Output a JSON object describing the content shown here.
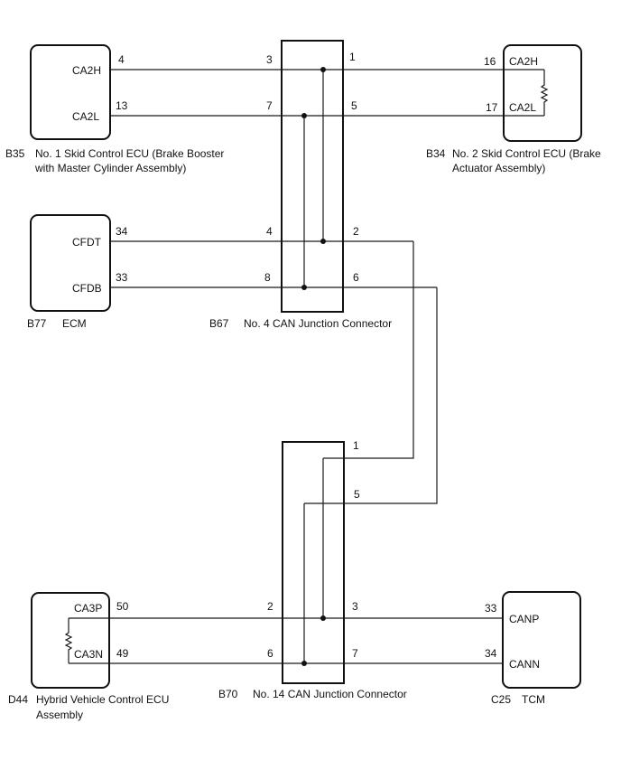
{
  "components": {
    "b35": {
      "code": "B35",
      "title_line1": "No. 1 Skid Control ECU (Brake Booster",
      "title_line2": "with Master Cylinder Assembly)",
      "pin_ca2h": "CA2H",
      "pin_ca2l": "CA2L",
      "num_ca2h": "4",
      "num_ca2l": "13"
    },
    "b34": {
      "code": "B34",
      "title_line1": "No. 2 Skid Control ECU (Brake",
      "title_line2": "Actuator Assembly)",
      "pin_ca2h": "CA2H",
      "pin_ca2l": "CA2L",
      "num_ca2h": "16",
      "num_ca2l": "17"
    },
    "b77": {
      "code": "B77",
      "title": "ECM",
      "pin_cfdt": "CFDT",
      "pin_cfdb": "CFDB",
      "num_cfdt": "34",
      "num_cfdb": "33"
    },
    "b67": {
      "code": "B67",
      "title": "No. 4 CAN Junction Connector",
      "pins_left": [
        "3",
        "7",
        "4",
        "8"
      ],
      "pins_right": [
        "1",
        "5",
        "2",
        "6"
      ]
    },
    "b70": {
      "code": "B70",
      "title": "No. 14 CAN Junction Connector",
      "pins_left": [
        "2",
        "6"
      ],
      "pins_right": [
        "1",
        "5",
        "3",
        "7"
      ]
    },
    "d44": {
      "code": "D44",
      "title_line1": "Hybrid Vehicle Control ECU",
      "title_line2": "Assembly",
      "pin_ca3p": "CA3P",
      "pin_ca3n": "CA3N",
      "num_ca3p": "50",
      "num_ca3n": "49"
    },
    "c25": {
      "code": "C25",
      "title": "TCM",
      "pin_canp": "CANP",
      "pin_cann": "CANN",
      "num_canp": "33",
      "num_cann": "34"
    }
  }
}
